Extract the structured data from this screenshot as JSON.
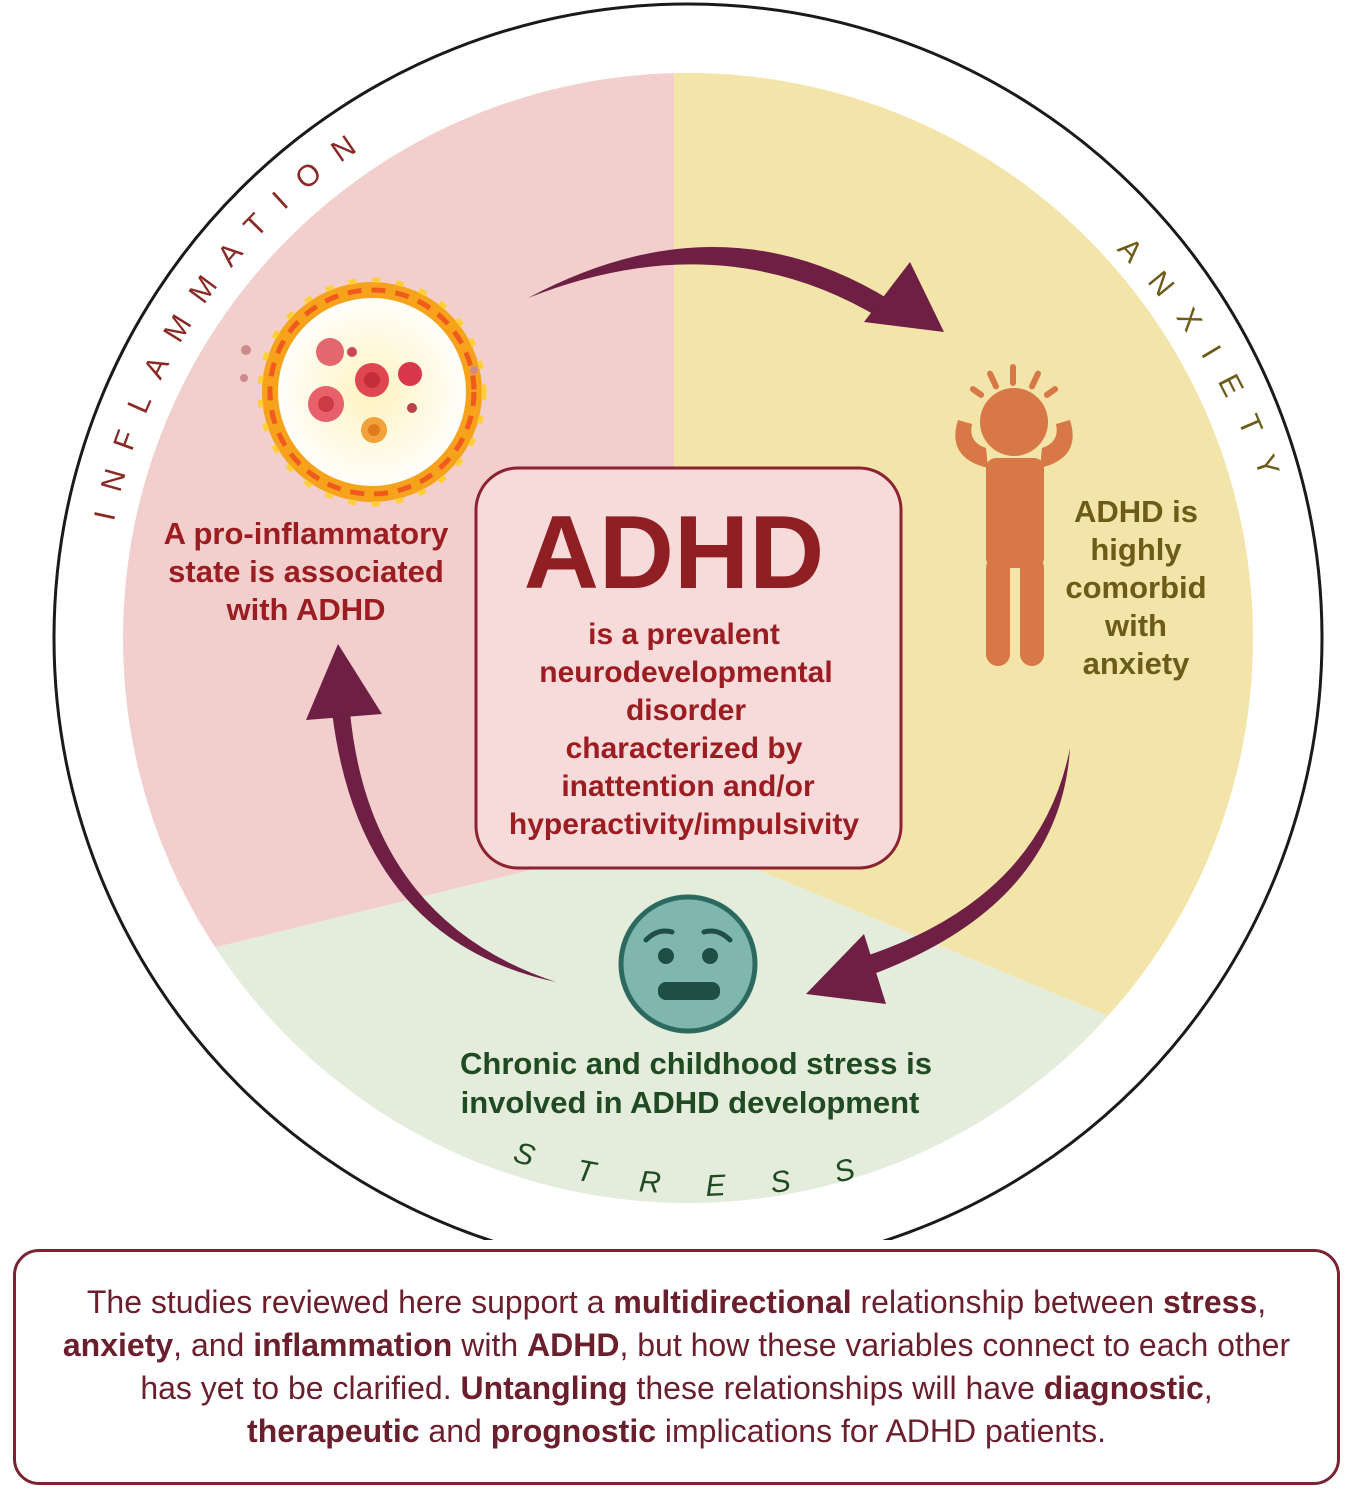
{
  "ring_labels": {
    "inflammation": "INFLAMMATION",
    "anxiety": "ANXIETY",
    "stress": "STRESS"
  },
  "center": {
    "title": "ADHD",
    "lines": [
      "is a prevalent",
      "neurodevelopmental",
      "disorder",
      "characterized by",
      "inattention and/or",
      "hyperactivity/impulsivity"
    ]
  },
  "inflammation_text": [
    "A pro-inflammatory",
    "state is  associated",
    "with ADHD"
  ],
  "anxiety_text": [
    "ADHD is",
    "highly",
    "comorbid",
    "with",
    "anxiety"
  ],
  "stress_text": [
    "Chronic and childhood stress is",
    "involved in ADHD development"
  ],
  "summary": {
    "s1": "The studies reviewed here support a ",
    "b1": "multidirectional",
    "s2": "  relationship between ",
    "b2": "stress",
    "s3": ", ",
    "b3": "anxiety",
    "s4": ", and ",
    "b4": "inflammation",
    "s5": " with ",
    "b5": "ADHD",
    "s6": ", but how these variables connect to each other has yet to be clarified. ",
    "b6": "Untangling",
    "s7": " these relationships will have ",
    "b7": "diagnostic",
    "s8": ", ",
    "b8": "therapeutic",
    "s9": "  and ",
    "b9": "prognostic",
    "s10": " implications for ADHD patients."
  },
  "icons": {
    "inflammation": "inflamed-cells-fire-ring-icon",
    "anxiety": "anxious-person-icon",
    "stress": "worried-face-icon"
  },
  "colors": {
    "inflammation_bg": "#f2cfcd",
    "anxiety_bg": "#f3e5a9",
    "stress_bg": "#e4ecdc",
    "arrow": "#6e1f43",
    "title": "#8f1f22",
    "inflammation_text": "#9b1d22",
    "anxiety_text": "#6d5b19",
    "stress_text": "#1f4a22",
    "ring_text": "#8a2a25",
    "stress_ring_text": "#1f4a22",
    "person": "#d87846",
    "face": "#7fb6ad",
    "border": "#1a1a1a"
  }
}
